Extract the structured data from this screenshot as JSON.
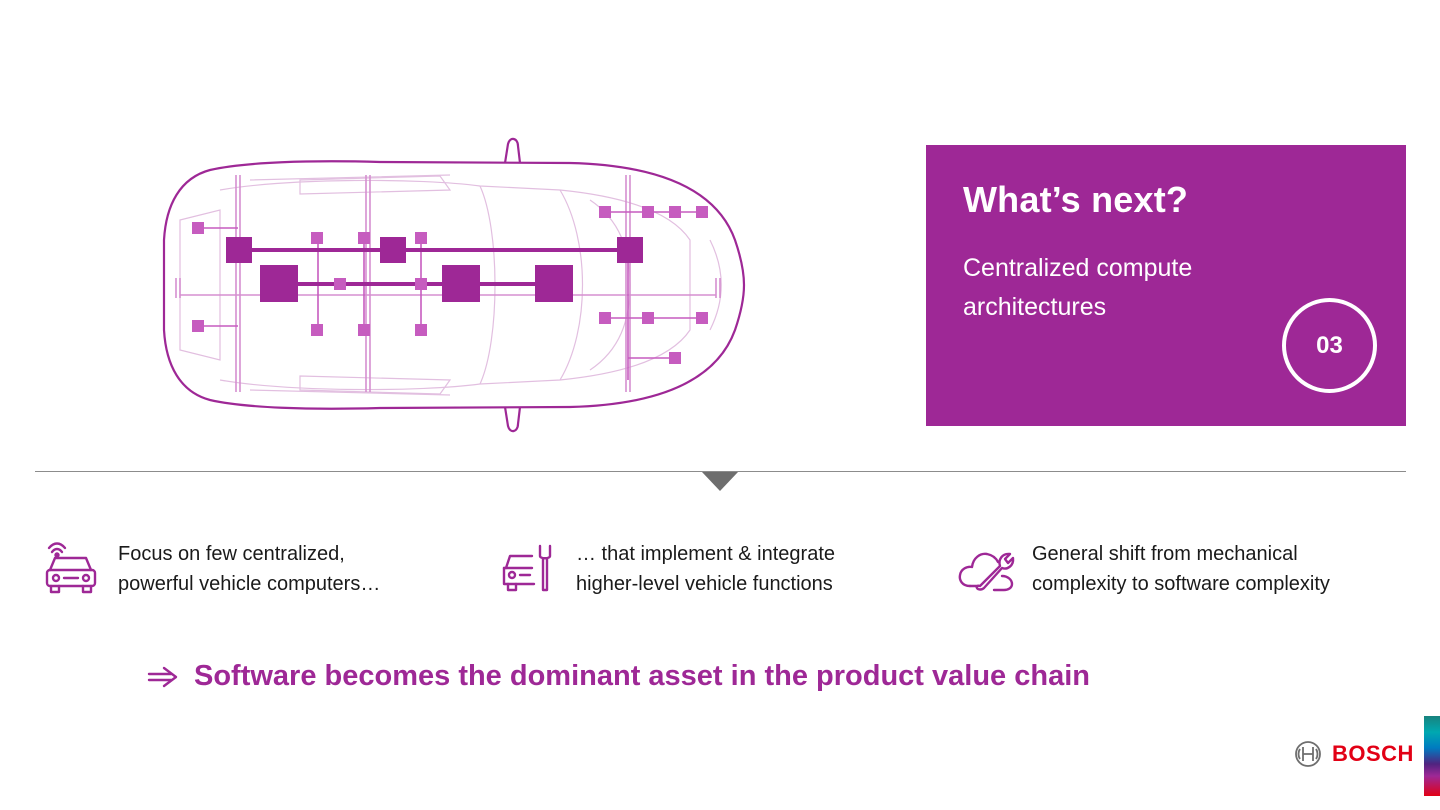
{
  "slide": {
    "box": {
      "title": "What’s next?",
      "subtitle": "Centralized compute architectures",
      "badge": "03",
      "color": "#9e2896"
    },
    "points": [
      {
        "icon": "connected-car-icon",
        "text": "Focus on few centralized, powerful vehicle computers…"
      },
      {
        "icon": "car-wrench-icon",
        "text": "… that implement & integrate higher-level vehicle functions"
      },
      {
        "icon": "cloud-wrench-icon",
        "text": "General shift from mechanical complexity to software complexity"
      }
    ],
    "conclusion": "Software becomes the dominant asset in the product value chain",
    "logo": {
      "text": "BOSCH",
      "color": "#e20015"
    },
    "accent_color": "#9e2896"
  }
}
